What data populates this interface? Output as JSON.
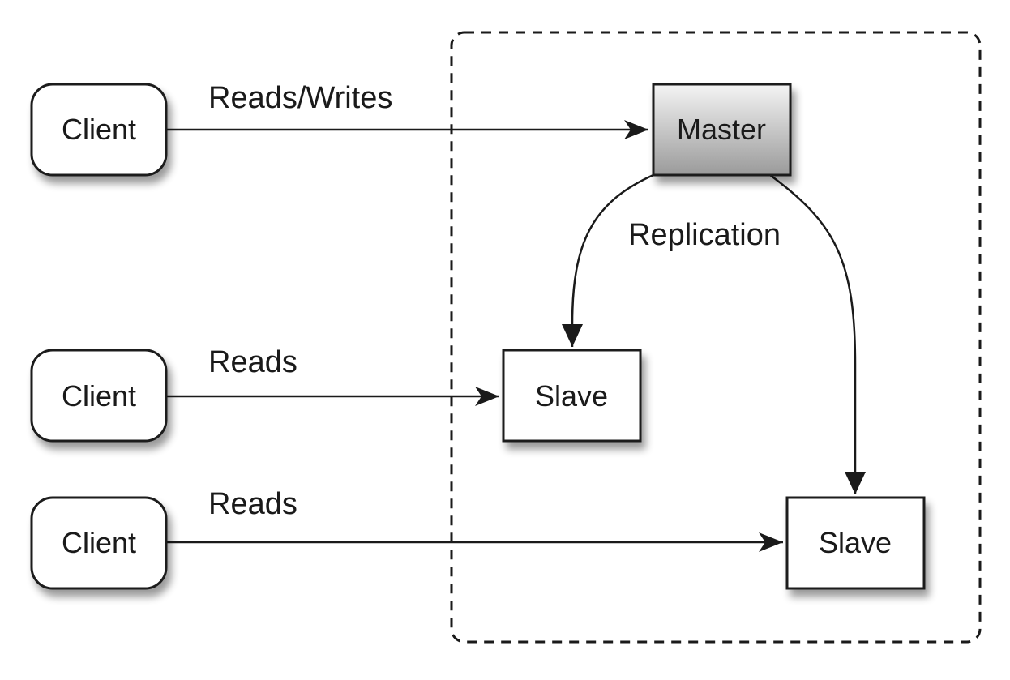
{
  "nodes": {
    "client_1": "Client",
    "client_2": "Client",
    "client_3": "Client",
    "master": "Master",
    "slave_1": "Slave",
    "slave_2": "Slave"
  },
  "edges": {
    "client1_to_master": "Reads/Writes",
    "client2_to_slave1": "Reads",
    "client3_to_slave2": "Reads",
    "replication": "Replication"
  }
}
